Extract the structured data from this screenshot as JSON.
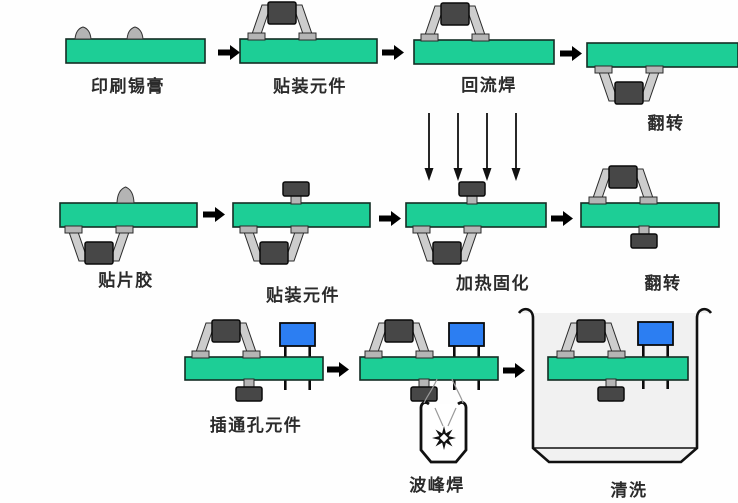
{
  "process": {
    "rows": [
      {
        "steps": [
          {
            "label": "印刷锡膏"
          },
          {
            "label": "贴装元件"
          },
          {
            "label": "回流焊"
          },
          {
            "label": "翻转"
          }
        ]
      },
      {
        "steps": [
          {
            "label": "贴片胶"
          },
          {
            "label": "贴装元件"
          },
          {
            "label": "加热固化"
          },
          {
            "label": "翻转"
          }
        ]
      },
      {
        "steps": [
          {
            "label": "插通孔元件"
          },
          {
            "label": "波峰焊"
          },
          {
            "label": "清洗"
          }
        ]
      }
    ]
  },
  "icons": {
    "flow_arrow": "black-right-block-arrow",
    "heat_arrows": "four-down-arrows",
    "solder_wave": "eight-point-star",
    "clean_tank": "beaker-with-curled-rim",
    "wave_pot": "crucible-nozzle"
  },
  "colors": {
    "background": "#fefefe",
    "board_green": "#1dce96",
    "board_border": "#142d24",
    "component_body": "#474747",
    "lead_gray": "#cdcdcd",
    "pad_gray": "#b5b5b5",
    "paste_gray": "#b4b4b4",
    "blue_component": "#2c7ef2",
    "arrow_black": "#000000",
    "tank_fill": "#f1f1f1",
    "label_text": "#2b2b2b"
  }
}
